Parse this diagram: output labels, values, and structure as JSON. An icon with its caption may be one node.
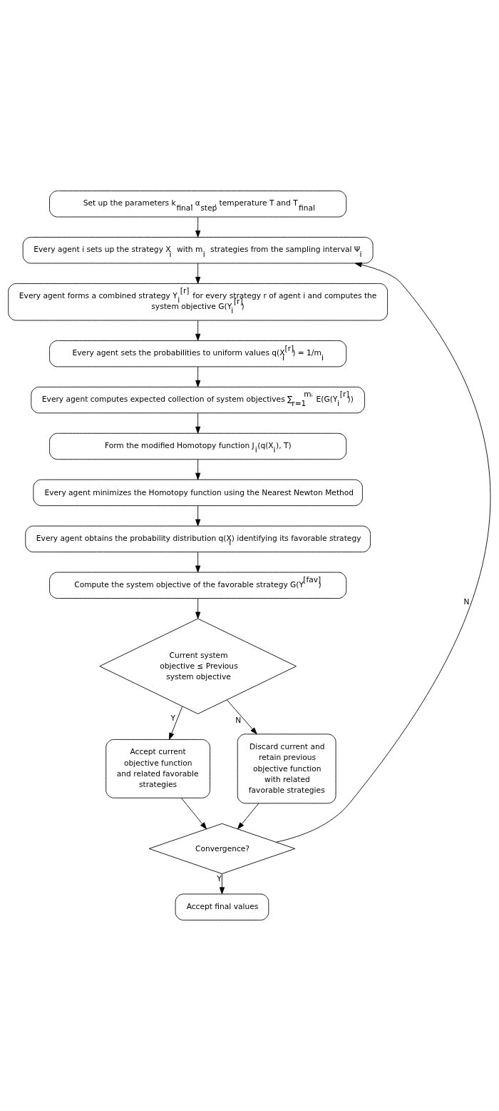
{
  "diagram": {
    "nodes": [
      {
        "text": [
          "Set up the parameters k$_{final}$, α$_{step}$, temperature T and T$_{final}$"
        ]
      },
      {
        "text": [
          "Every agent i sets up the strategy X$_{i}$ with m$_{i}$ strategies from the sampling interval Ψ$_{i}$"
        ]
      },
      {
        "text": [
          "Every agent forms a combined strategy Y$_{i}$$^{[r]}$ for every strategy r of agent i and computes the system objective G(Y$_{i}$$^{[r]}$)"
        ]
      },
      {
        "text": [
          "Every agent sets the probabilities to uniform values q(X$_{i}$$^{[r]}$) = 1/m$_{i}$"
        ]
      },
      {
        "text": [
          "Every agent computes expected collection of system objectives ∑$_{r=1}$$^{mᵢ}$ E(G(Y$_{i}$$^{[r]}$))"
        ]
      },
      {
        "text": [
          "Form the modified Homotopy function J$_{i}$(q(X$_{i}$), T)"
        ]
      },
      {
        "text": [
          "Every agent minimizes the Homotopy function using the Nearest Newton Method"
        ]
      },
      {
        "text": [
          "Every agent obtains the probability distribution q(X$_{i}$) identifying its favorable strategy"
        ]
      },
      {
        "text": [
          "Compute the system objective of the favorable strategy G(Y$^{[fav]}$)"
        ]
      },
      {
        "text": [
          "Current system objective ≤ Previous system objective"
        ]
      },
      {
        "text": [
          "Accept current objective function and related favorable strategies"
        ]
      },
      {
        "text": [
          "Discard current and retain previous objective function with related favorable strategies"
        ]
      },
      {
        "text": [
          "Convergence?"
        ]
      },
      {
        "text": [
          "Accept final values"
        ]
      }
    ],
    "edges": [
      {
        "from": 0,
        "to": 1,
        "arrow": "to"
      },
      {
        "from": 1,
        "to": 2,
        "arrow": "to"
      },
      {
        "from": 2,
        "to": 3,
        "arrow": "to"
      },
      {
        "from": 3,
        "to": 4,
        "arrow": "to"
      },
      {
        "from": 4,
        "to": 5,
        "arrow": "to"
      },
      {
        "from": 5,
        "to": 6,
        "arrow": "to"
      },
      {
        "from": 6,
        "to": 7,
        "arrow": "to"
      },
      {
        "from": 7,
        "to": 8,
        "arrow": "to"
      },
      {
        "from": 8,
        "to": 9,
        "arrow": "to"
      },
      {
        "from": 9,
        "to": 10,
        "arrow": "to",
        "label": "Y"
      },
      {
        "from": 9,
        "to": 11,
        "arrow": "to",
        "label": "N"
      },
      {
        "from": 10,
        "to": 12,
        "arrow": "to"
      },
      {
        "from": 11,
        "to": 12,
        "arrow": "to"
      },
      {
        "from": 12,
        "to": 1,
        "arrow": "to",
        "label": "N"
      },
      {
        "from": 12,
        "to": 13,
        "arrow": "to",
        "label": "Y"
      }
    ]
  }
}
